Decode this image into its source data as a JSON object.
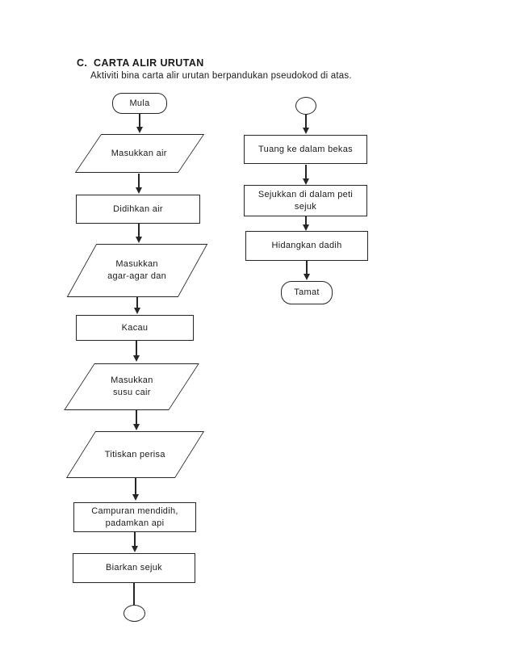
{
  "title": "C.  CARTA ALIR URUTAN",
  "subtitle": "Aktiviti bina carta alir urutan berpandukan pseudokod di atas.",
  "colors": {
    "stroke": "#262626",
    "text": "#1a1a1a",
    "background": "#ffffff"
  },
  "left_column": {
    "mula": {
      "type": "terminator",
      "label": "Mula"
    },
    "masukkan_air": {
      "type": "input",
      "label": "Masukkan air"
    },
    "didihkan_air": {
      "type": "process",
      "label": "Didihkan air"
    },
    "masukkan_agar": {
      "type": "input",
      "label": "Masukkan\nagar-agar dan"
    },
    "kacau": {
      "type": "process",
      "label": "Kacau"
    },
    "masukkan_susu": {
      "type": "input",
      "label": "Masukkan\nsusu cair"
    },
    "titiskan_perisa": {
      "type": "input",
      "label": "Titiskan perisa"
    },
    "campuran_mendidih": {
      "type": "process",
      "label": "Campuran mendidih,\npadamkan api"
    },
    "biarkan_sejuk": {
      "type": "process",
      "label": "Biarkan sejuk"
    },
    "connector_end": {
      "type": "connector",
      "label": ""
    }
  },
  "right_column": {
    "connector_start": {
      "type": "connector",
      "label": ""
    },
    "tuang": {
      "type": "process",
      "label": "Tuang ke dalam bekas"
    },
    "sejukkan": {
      "type": "process",
      "label": "Sejukkan di dalam peti\nsejuk"
    },
    "hidangkan": {
      "type": "process",
      "label": "Hidangkan dadih"
    },
    "tamat": {
      "type": "terminator",
      "label": "Tamat"
    }
  }
}
